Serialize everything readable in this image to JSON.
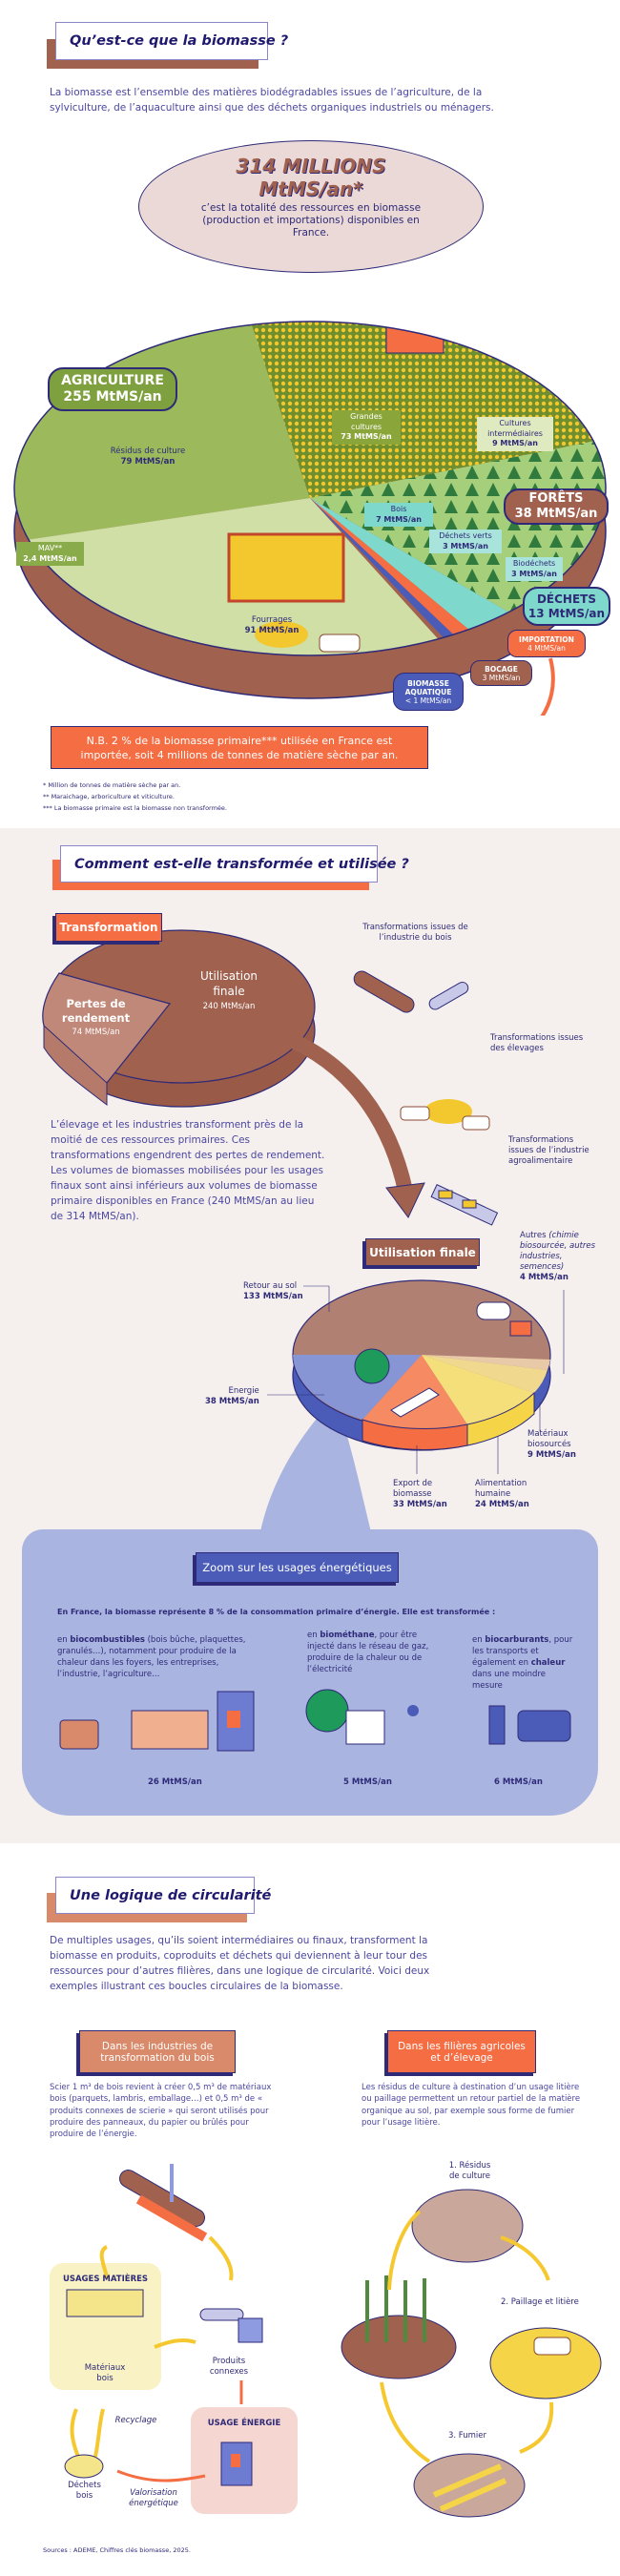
{
  "section1": {
    "title": "Qu’est-ce que la biomasse ?",
    "intro": "La biomasse est l’ensemble des matières biodégradables issues de l’agriculture, de la sylviculture, de l’aquaculture ainsi que des déchets organiques industriels ou ménagers.",
    "total": {
      "big1": "314 MILLIONS",
      "big2": "MtMS/an*",
      "text": "c’est la totalité des ressources en biomasse (production et importations) disponibles en France."
    },
    "agriculture": {
      "name": "AGRICULTURE",
      "value": "255 MtMS/an"
    },
    "forets": {
      "name": "FORÊTS",
      "value": "38 MtMS/an"
    },
    "dechets": {
      "name": "DÉCHETS",
      "value": "13 MtMS/an"
    },
    "segments": {
      "residus": {
        "name": "Résidus de culture",
        "value": "79 MtMS/an"
      },
      "grandes": {
        "name": "Grandes cultures",
        "value": "73 MtMS/an"
      },
      "intermediaires": {
        "name": "Cultures intermédiaires",
        "value": "9 MtMS/an"
      },
      "mav": {
        "name": "MAV**",
        "value": "2,4 MtMS/an"
      },
      "fourrages": {
        "name": "Fourrages",
        "value": "91 MtMS/an"
      },
      "bois": {
        "name": "Bois",
        "value": "7 MtMS/an"
      },
      "verts": {
        "name": "Déchets verts",
        "value": "3 MtMS/an"
      },
      "biodechets": {
        "name": "Biodéchets",
        "value": "3 MtMS/an"
      },
      "importation": {
        "name": "IMPORTATION",
        "value": "4 MtMS/an"
      },
      "bocage": {
        "name": "BOCAGE",
        "value": "3 MtMS/an"
      },
      "aquatique": {
        "name": "BIOMASSE AQUATIQUE",
        "value": "< 1 MtMS/an"
      }
    },
    "nb": "N.B. 2 % de la biomasse primaire*** utilisée en France est importée, soit 4 millions de tonnes de matière sèche par an.",
    "footnotes": [
      "* Million de tonnes de matière sèche par an.",
      "** Maraichage, arboriculture et viticulture.",
      "*** La biomasse primaire est la biomasse non transformée."
    ]
  },
  "section2": {
    "title": "Comment est-elle transformée et utilisée ?",
    "transformation_tag": "Transformation",
    "utilisation": {
      "name": "Utilisation finale",
      "value": "240 MtMs/an"
    },
    "pertes": {
      "name": "Pertes de rendement",
      "value": "74 MtMS/an"
    },
    "transfo_labels": [
      "Transformations issues de l’industrie du bois",
      "Transformations issues des élevages",
      "Transformations issues de l’industrie agroalimentaire"
    ],
    "paragraph": "L’élevage et les industries transforment près de la moitié de ces ressources primaires. Ces transformations engendrent des pertes de rendement. Les volumes de biomasses mobilisées pour les usages finaux sont ainsi inférieurs aux volumes de biomasse primaire disponibles en France (240 MtMS/an au lieu de 314 MtMS/an).",
    "final_tag": "Utilisation finale",
    "uses": {
      "retour": {
        "name": "Retour au sol",
        "value": "133 MtMS/an"
      },
      "autres": {
        "name": "Autres",
        "detail": "(chimie biosourcée, autres industries, semences)",
        "value": "4 MtMS/an"
      },
      "energie": {
        "name": "Energie",
        "value": "38 MtMS/an"
      },
      "materiaux": {
        "name": "Matériaux biosourcés",
        "value": "9 MtMS/an"
      },
      "export": {
        "name": "Export de biomasse",
        "value": "33 MtMS/an"
      },
      "alimentation": {
        "name": "Alimentation humaine",
        "value": "24 MtMS/an"
      }
    },
    "zoom": {
      "tag": "Zoom sur les usages énergétiques",
      "intro": "En France, la biomasse représente 8 % de la consommation primaire d’énergie. Elle est transformée :",
      "columns": [
        {
          "pre": "en ",
          "bold": "biocombustibles",
          "post": " (bois bûche, plaquettes, granulés…), notamment pour produire de la chaleur dans les foyers, les entreprises, l’industrie, l’agriculture…",
          "value": "26 MtMS/an"
        },
        {
          "pre": "en ",
          "bold": "biométhane",
          "post": ", pour être injecté dans le réseau de gaz, produire de la chaleur ou de l’électricité",
          "value": "5 MtMS/an"
        },
        {
          "pre": "en ",
          "bold": "biocarburants",
          "post": ", pour les transports et également en ",
          "bold2": "chaleur",
          "post2": " dans une moindre mesure",
          "value": "6 MtMS/an"
        }
      ]
    }
  },
  "section3": {
    "title": "Une logique de circularité",
    "paragraph": "De multiples usages, qu’ils soient intermédiaires ou finaux, transforment la biomasse en produits, coproduits et déchets qui deviennent à leur tour des ressources pour d’autres filières, dans une logique de circularité. Voici deux exemples illustrant ces boucles circulaires de la biomasse.",
    "wood": {
      "tag": "Dans les industries de transformation du bois",
      "text": "Scier 1 m³ de bois revient à créer 0,5 m³ de matériaux bois (parquets, lambris, emballage…) et 0,5 m³ de « produits connexes de scierie » qui seront utilisés pour produire des panneaux, du papier ou brûlés pour produire de l’énergie.",
      "usages_matieres": "USAGES MATIÈRES",
      "materiaux": "Matériaux bois",
      "produits": "Produits connexes",
      "recyclage": "Recyclage",
      "usage_energie": "USAGE ÉNERGIE",
      "dechets": "Déchets bois",
      "valorisation": "Valorisation énergétique"
    },
    "agri": {
      "tag": "Dans les filières agricoles et d’élevage",
      "text": "Les résidus de culture à destination d’un usage litière ou paillage permettent un retour partiel de la matière organique au sol, par exemple sous forme de fumier pour l’usage litière.",
      "step1": "1. Résidus de culture",
      "step2": "2. Paillage et litière",
      "step3": "3. Fumier"
    },
    "sources": "Sources : ADEME, Chiffres clés biomasse, 2025."
  },
  "colors": {
    "navy": "#2e2a78",
    "brown": "#a0614f",
    "orange": "#f46d43",
    "green": "#8aab4a",
    "teal": "#7fd8cc",
    "blue": "#4a5cb8",
    "lightblue": "#a9b4e0",
    "beige": "#f5f0ed"
  }
}
